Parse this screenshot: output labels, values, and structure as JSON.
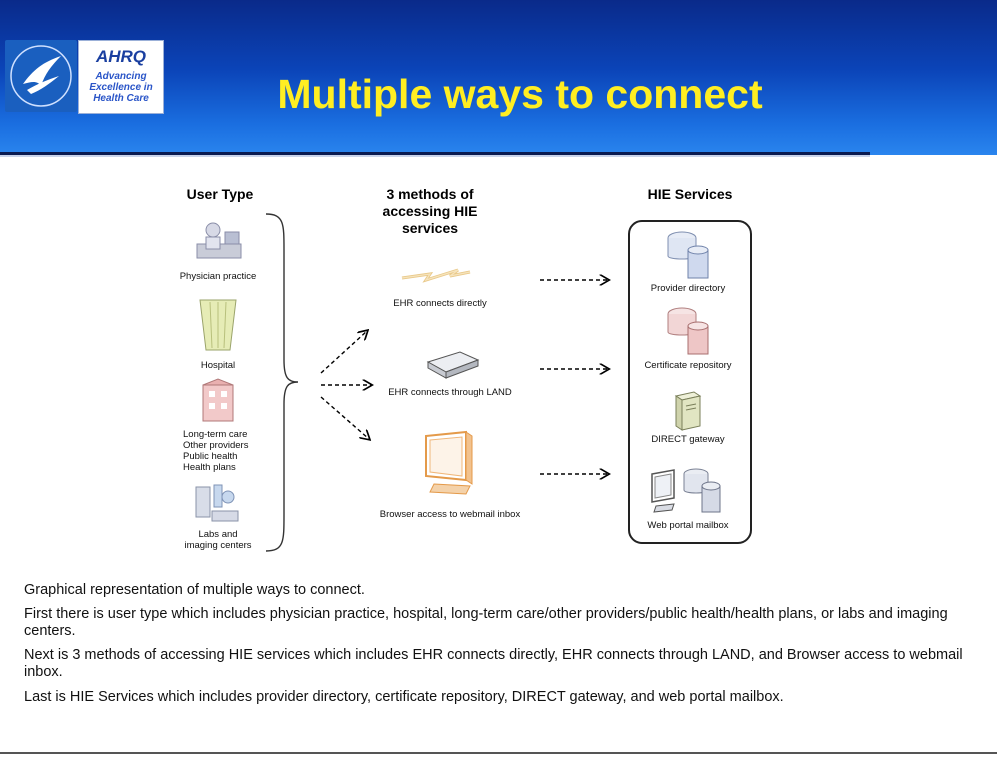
{
  "slide": {
    "title": "Multiple ways to connect",
    "logo": {
      "name": "AHRQ",
      "tagline": "Advancing\nExcellence in\nHealth Care"
    }
  },
  "diagram": {
    "user_type": {
      "heading": "User Type",
      "items": [
        {
          "label": "Physician practice",
          "icon": "physician-icon"
        },
        {
          "label": "Hospital",
          "icon": "hospital-icon"
        },
        {
          "label": "Long-term care\nOther providers\nPublic health\nHealth plans",
          "icon": "care-building-icon"
        },
        {
          "label": "Labs and\nimaging centers",
          "icon": "lab-icon"
        }
      ]
    },
    "methods": {
      "heading": "3 methods of\naccessing HIE\nservices",
      "items": [
        {
          "label": "EHR connects directly",
          "icon": "lightning-link-icon"
        },
        {
          "label": "EHR connects through LAND",
          "icon": "router-device-icon"
        },
        {
          "label": "Browser access to webmail inbox",
          "icon": "monitor-icon"
        }
      ]
    },
    "services": {
      "heading": "HIE Services",
      "items": [
        {
          "label": "Provider directory",
          "icon": "database-blue-icon"
        },
        {
          "label": "Certificate repository",
          "icon": "database-red-icon"
        },
        {
          "label": "DIRECT gateway",
          "icon": "server-tower-icon"
        },
        {
          "label": "Web portal mailbox",
          "icon": "monitor-database-icon"
        }
      ]
    }
  },
  "caption": [
    "Graphical representation of multiple ways to connect.",
    "First there is user type which includes physician practice, hospital, long-term care/other providers/public health/health plans, or labs and imaging centers.",
    "Next is 3 methods of accessing HIE services which includes EHR connects directly, EHR connects through LAND, and Browser access to webmail inbox.",
    "Last is HIE Services which includes provider directory, certificate repository, DIRECT gateway, and web portal mailbox."
  ]
}
